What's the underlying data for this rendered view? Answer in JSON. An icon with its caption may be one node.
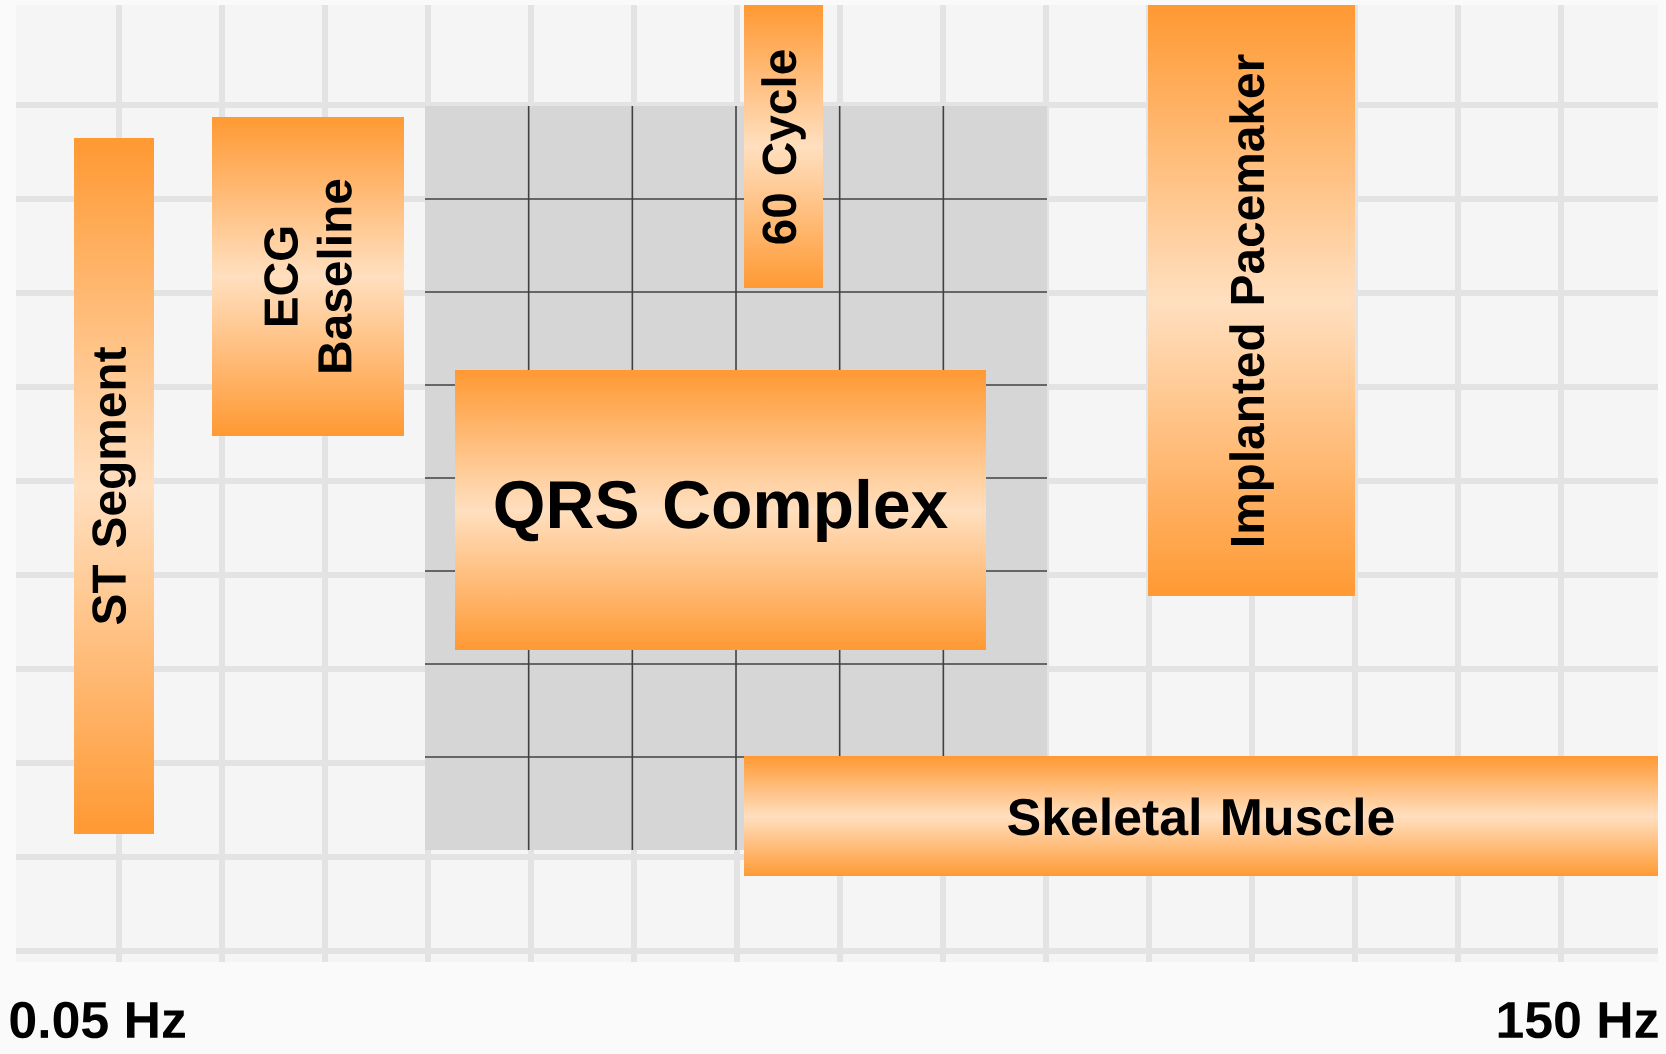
{
  "diagram": {
    "nodes": [
      {
        "text": [
          "ST Segment"
        ]
      },
      {
        "text": [
          "ECG Baseline"
        ]
      },
      {
        "text": [
          "60 Cycle"
        ]
      },
      {
        "text": [
          "Implanted Pacemaker"
        ]
      },
      {
        "text": [
          "QRS Complex"
        ]
      },
      {
        "text": [
          "Skeletal Muscle"
        ]
      }
    ],
    "edges": [],
    "labels": [
      "0.05 Hz",
      "150 Hz"
    ]
  }
}
